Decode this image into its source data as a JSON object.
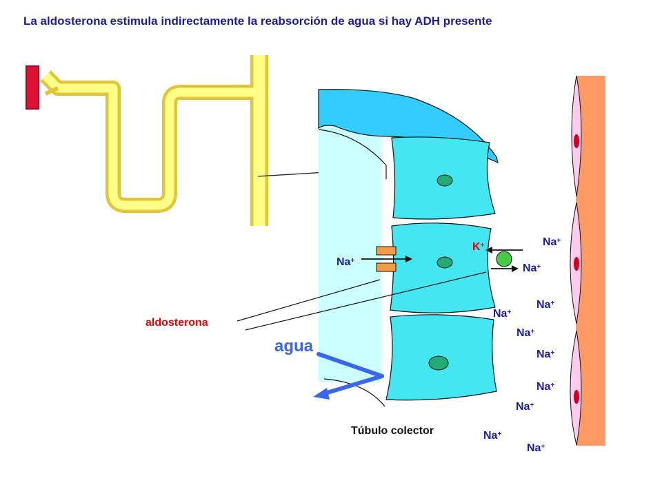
{
  "title": "La aldosterona estimula indirectamente la reabsorción de agua si hay ADH presente",
  "labels": {
    "aldosterona": "aldosterona",
    "agua": "agua",
    "tubulo": "Túbulo colector",
    "k": "K",
    "k_sup": "+",
    "na": "Na",
    "na_sup": "+"
  },
  "colors": {
    "title": "#1a1aa6",
    "aldosterona": "#e60000",
    "agua": "#3a66ee",
    "tubule_fill": "#ffff88",
    "tubule_border": "#e3c437",
    "lumen": "#ccffff",
    "cap": "#33ccff",
    "cell": "#44e6f2",
    "nucleus": "#22aa77",
    "channel": "#f59a45",
    "pump": "#44cc44",
    "vessel": "#ff9966",
    "endothelium": "#ffccee",
    "endo_nucleus": "#cc0022",
    "vessel_stub": "#dd1133"
  }
}
